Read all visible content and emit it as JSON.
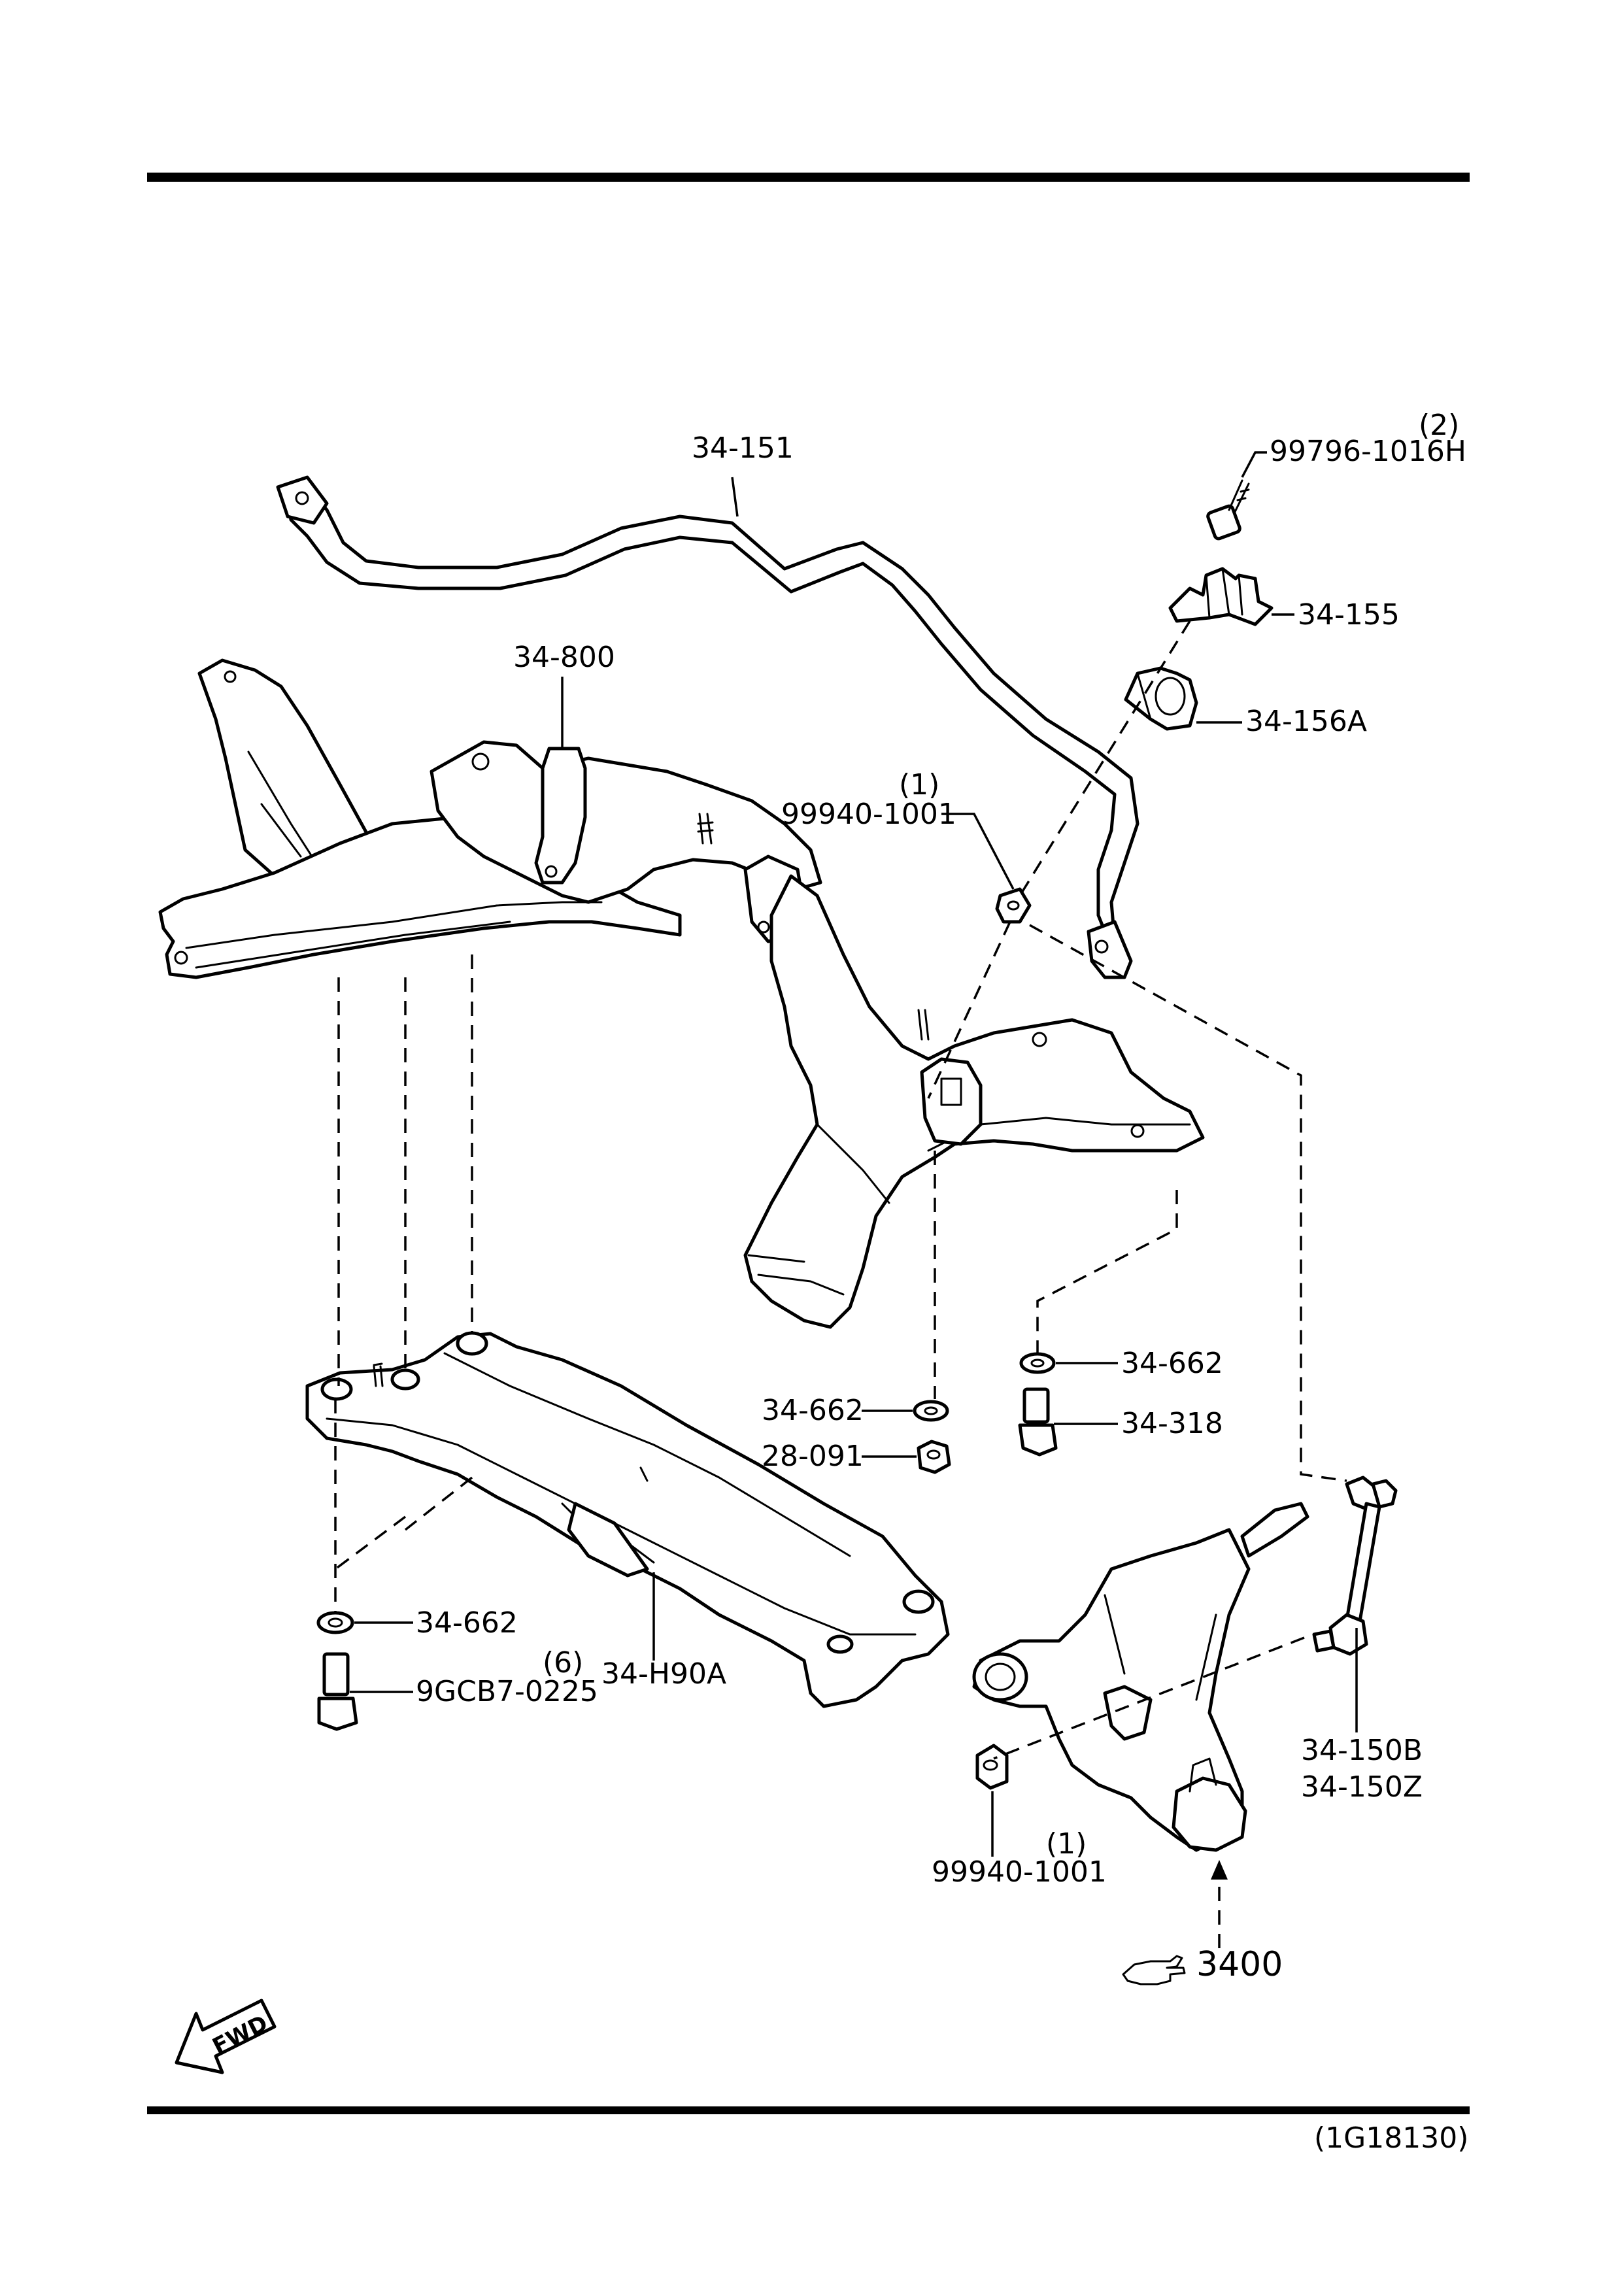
{
  "diagram_code": "(1G18130)",
  "fwd_label": "FWD",
  "ref_page": "3400",
  "parts": {
    "stabilizer_bar": "34-151",
    "bolt_top": "99796-1016H",
    "bolt_top_qty": "(2)",
    "bracket": "34-155",
    "bushing": "34-156A",
    "crossmember": "34-800",
    "nut_upper": "99940-1001",
    "nut_upper_qty": "(1)",
    "washer_right": "34-662",
    "washer_center": "34-662",
    "washer_left": "34-662",
    "bolt_right": "34-318",
    "nut_center": "28-091",
    "bolt_left": "9GCB7-0225",
    "bolt_left_qty": "(6)",
    "lower_frame": "34-H90A",
    "link_a": "34-150B",
    "link_b": "34-150Z",
    "nut_lower": "99940-1001",
    "nut_lower_qty": "(1)"
  },
  "icons": [
    "pointing-hand-icon",
    "fwd-arrow-icon"
  ]
}
